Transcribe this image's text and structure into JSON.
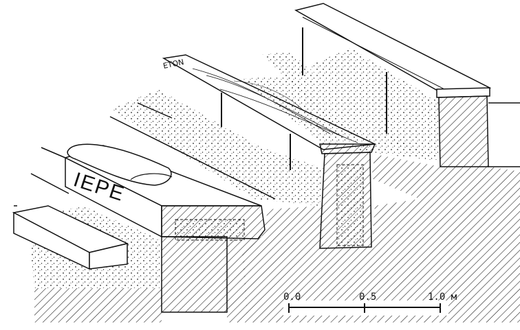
{
  "figure": {
    "inscription_upper": "ΕΤΟΝ",
    "inscription_lower": "ΙΕΡΕ",
    "scale_labels": [
      "0.0",
      "0.5",
      "1.0 м"
    ]
  },
  "colors": {
    "ink": "#111111",
    "paper": "#ffffff"
  }
}
